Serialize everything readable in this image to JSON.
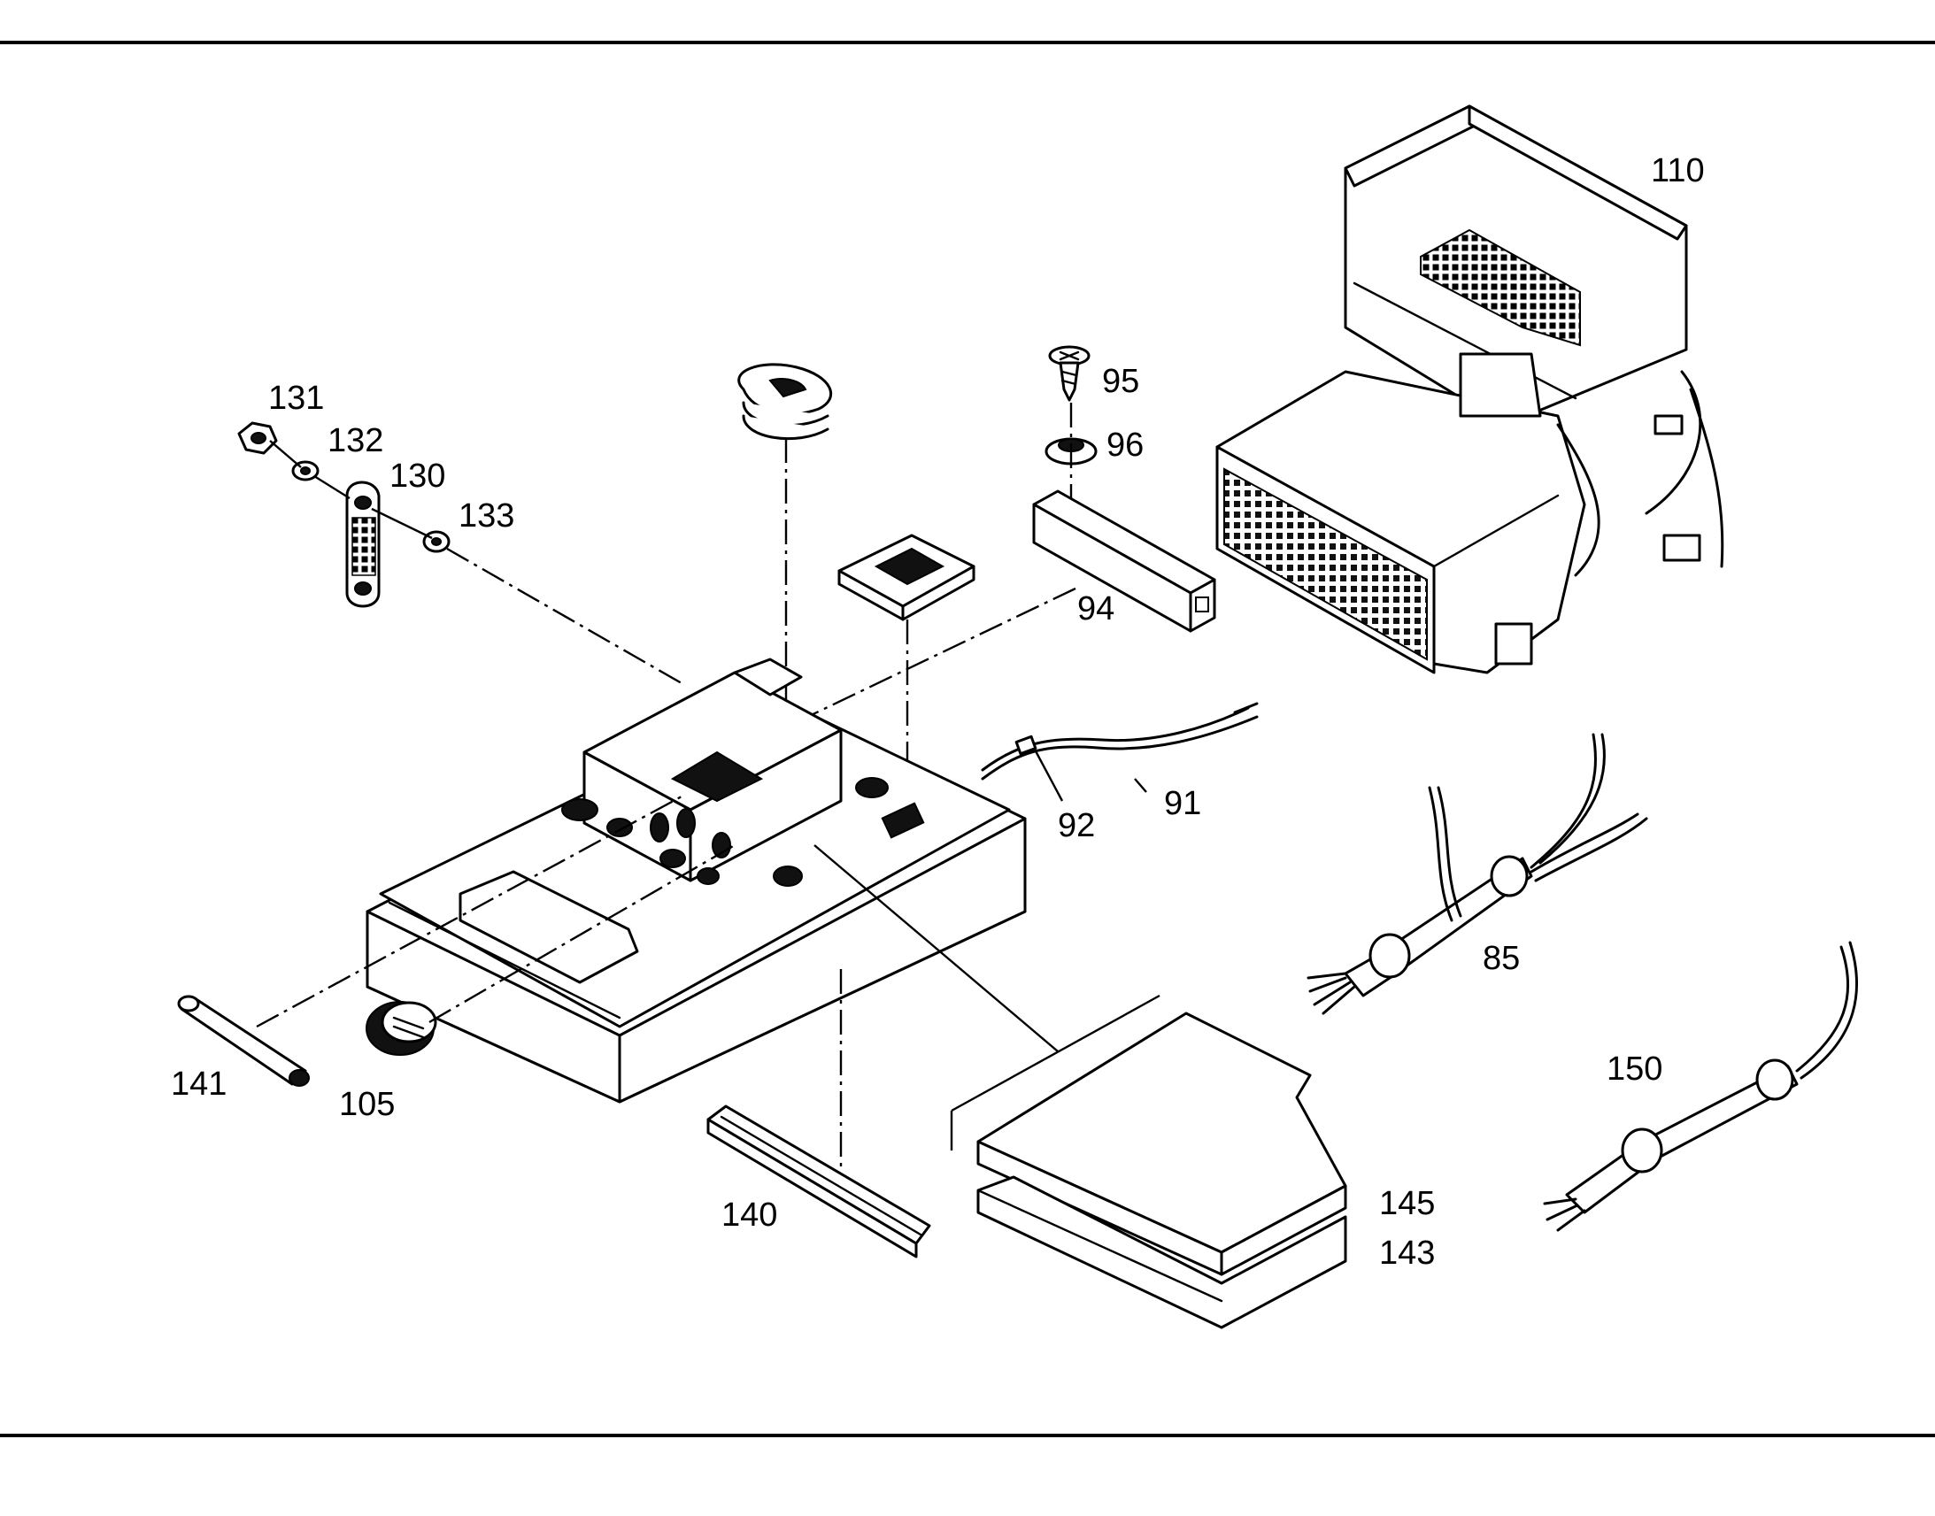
{
  "callouts": {
    "c131": "131",
    "c132": "132",
    "c130": "130",
    "c133": "133",
    "c95": "95",
    "c96": "96",
    "c94": "94",
    "c110": "110",
    "c92": "92",
    "c91": "91",
    "c85": "85",
    "c150": "150",
    "c141": "141",
    "c105": "105",
    "c140": "140",
    "c145": "145",
    "c143": "143"
  },
  "colors": {
    "ink": "#000000",
    "paper": "#ffffff"
  }
}
